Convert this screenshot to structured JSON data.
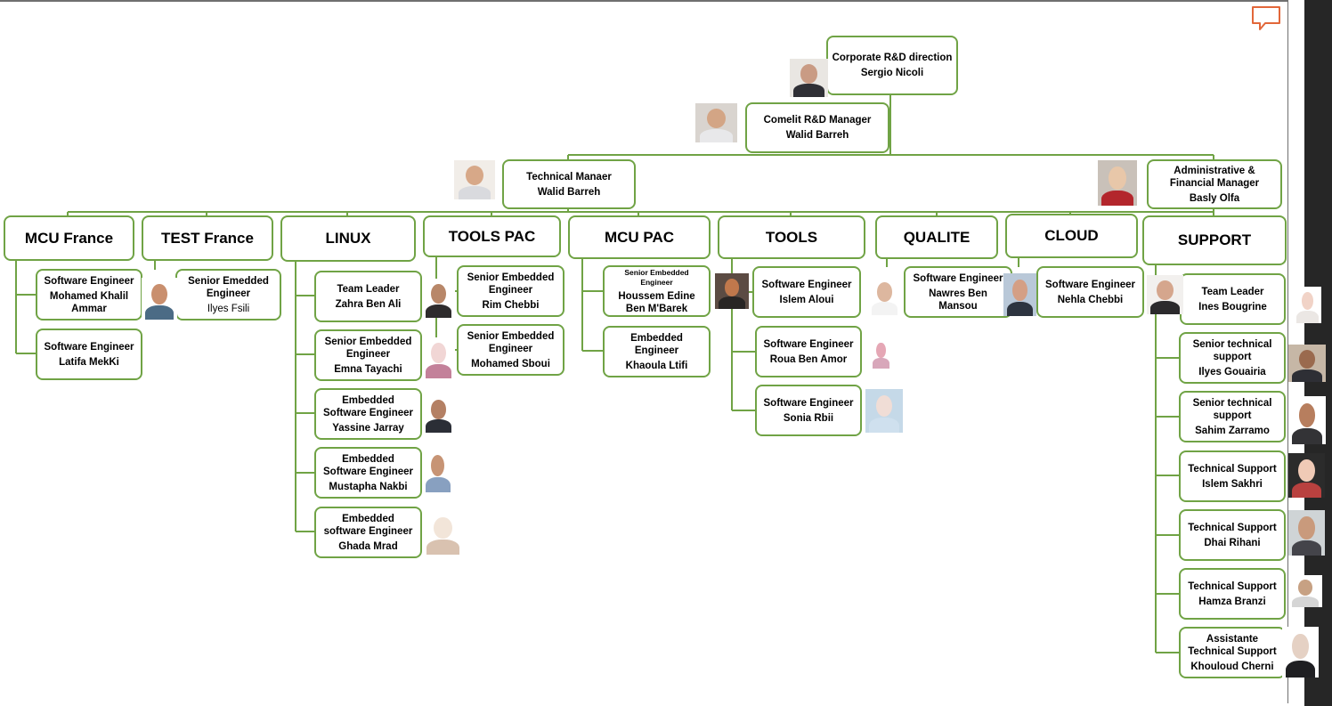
{
  "colors": {
    "border": "#70a345",
    "line": "#70a345",
    "comment_icon": "#e2673a"
  },
  "top": [
    {
      "id": "corporate",
      "title": "Corporate R&D direction",
      "name": "Sergio Nicoli"
    },
    {
      "id": "comelit",
      "title": "Comelit R&D Manager",
      "name": "Walid Barreh"
    },
    {
      "id": "technical",
      "title": "Technical Manaer",
      "name": "Walid Barreh"
    },
    {
      "id": "admin",
      "title": "Administrative & Financial Manager",
      "name": "Basly Olfa"
    }
  ],
  "departments": [
    {
      "id": "mcu-france",
      "label": "MCU France",
      "members": [
        {
          "title": "Software Engineer",
          "name": "Mohamed Khalil Ammar"
        },
        {
          "title": "Software Engineer",
          "name": "Latifa MekKi"
        }
      ]
    },
    {
      "id": "test-france",
      "label": "TEST France",
      "members": [
        {
          "title": "Senior Emedded Engineer",
          "name": "Ilyes Fsili"
        }
      ]
    },
    {
      "id": "linux",
      "label": "LINUX",
      "members": [
        {
          "title": "Team Leader",
          "name": "Zahra Ben Ali"
        },
        {
          "title": "Senior Embedded Engineer",
          "name": "Emna Tayachi"
        },
        {
          "title": "Embedded Software Engineer",
          "name": "Yassine Jarray"
        },
        {
          "title": "Embedded Software Engineer",
          "name": "Mustapha Nakbi"
        },
        {
          "title": "Embedded software Engineer",
          "name": "Ghada Mrad"
        }
      ]
    },
    {
      "id": "tools-pac",
      "label": "TOOLS PAC",
      "members": [
        {
          "title": "Senior Embedded Engineer",
          "name": "Rim Chebbi"
        },
        {
          "title": "Senior Embedded Engineer",
          "name": "Mohamed Sboui"
        }
      ]
    },
    {
      "id": "mcu-pac",
      "label": "MCU PAC",
      "members": [
        {
          "title": "Senior Embedded Engineer",
          "name": "Houssem Edine Ben M'Barek"
        },
        {
          "title": "Embedded Engineer",
          "name": "Khaoula Ltifi"
        }
      ]
    },
    {
      "id": "tools",
      "label": "TOOLS",
      "members": [
        {
          "title": "Software Engineer",
          "name": "Islem Aloui"
        },
        {
          "title": "Software Engineer",
          "name": "Roua Ben Amor"
        },
        {
          "title": "Software Engineer",
          "name": "Sonia Rbii"
        }
      ]
    },
    {
      "id": "qualite",
      "label": "QUALITE",
      "members": [
        {
          "title": "Software Engineer",
          "name": "Nawres Ben Mansou"
        }
      ]
    },
    {
      "id": "cloud",
      "label": "CLOUD",
      "members": [
        {
          "title": "Software Engineer",
          "name": "Nehla Chebbi"
        }
      ]
    },
    {
      "id": "support",
      "label": "SUPPORT",
      "members": [
        {
          "title": "Team Leader",
          "name": "Ines Bougrine"
        },
        {
          "title": "Senior technical support",
          "name": "Ilyes Gouairia"
        },
        {
          "title": "Senior technical support",
          "name": "Sahim Zarramo"
        },
        {
          "title": "Technical Support",
          "name": "Islem Sakhri"
        },
        {
          "title": "Technical Support",
          "name": "Dhai Rihani"
        },
        {
          "title": "Technical Support",
          "name": "Hamza Branzi"
        },
        {
          "title": "Assistante Technical Support",
          "name": "Khouloud Cherni"
        }
      ]
    }
  ],
  "icons": {
    "comment": "comment-icon"
  }
}
